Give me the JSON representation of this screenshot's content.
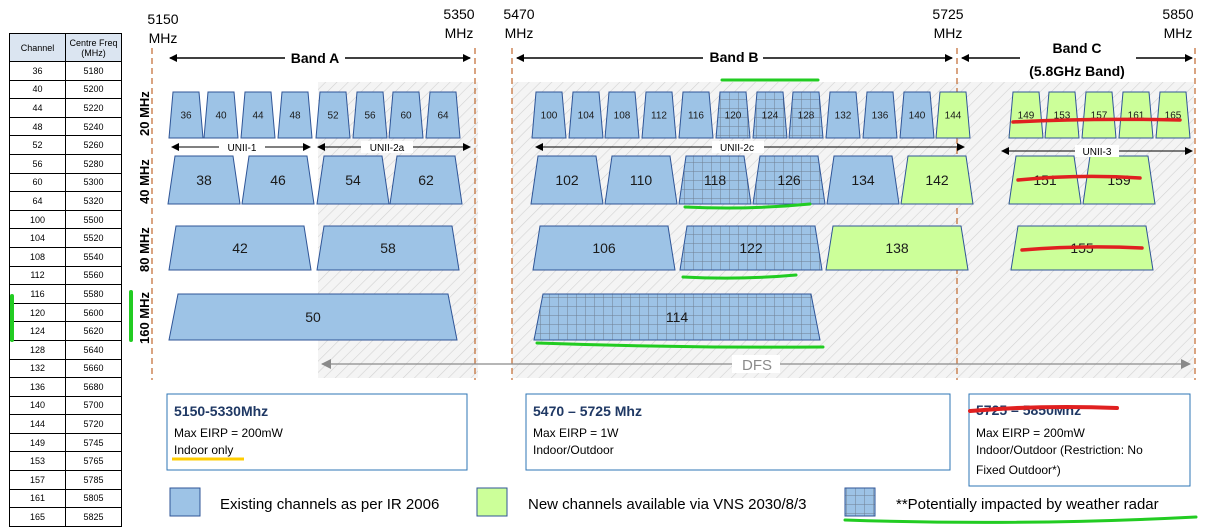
{
  "table": {
    "headers": [
      "Channel",
      "Centre Freq",
      "(MHz)"
    ],
    "rows": [
      [
        "36",
        "5180"
      ],
      [
        "40",
        "5200"
      ],
      [
        "44",
        "5220"
      ],
      [
        "48",
        "5240"
      ],
      [
        "52",
        "5260"
      ],
      [
        "56",
        "5280"
      ],
      [
        "60",
        "5300"
      ],
      [
        "64",
        "5320"
      ],
      [
        "100",
        "5500"
      ],
      [
        "104",
        "5520"
      ],
      [
        "108",
        "5540"
      ],
      [
        "112",
        "5560"
      ],
      [
        "116",
        "5580"
      ],
      [
        "120",
        "5600"
      ],
      [
        "124",
        "5620"
      ],
      [
        "128",
        "5640"
      ],
      [
        "132",
        "5660"
      ],
      [
        "136",
        "5680"
      ],
      [
        "140",
        "5700"
      ],
      [
        "144",
        "5720"
      ],
      [
        "149",
        "5745"
      ],
      [
        "153",
        "5765"
      ],
      [
        "157",
        "5785"
      ],
      [
        "161",
        "5805"
      ],
      [
        "165",
        "5825"
      ]
    ]
  },
  "freqs": [
    {
      "value": "5150",
      "unit": "MHz"
    },
    {
      "value": "5350",
      "unit": "MHz"
    },
    {
      "value": "5470",
      "unit": "MHz"
    },
    {
      "value": "5725",
      "unit": "MHz"
    },
    {
      "value": "5850",
      "unit": "MHz"
    }
  ],
  "bands": {
    "a": "Band A",
    "b": "Band B",
    "c": "Band C",
    "c_sub": "(5.8GHz Band)"
  },
  "rows": {
    "w20": "20 MHz",
    "w40": "40 MHz",
    "w80": "80 MHz",
    "w160": "160 MHz"
  },
  "unii": {
    "u1": "UNII-1",
    "u2a": "UNII-2a",
    "u2c": "UNII-2c",
    "u3": "UNII-3"
  },
  "dfs": "DFS",
  "channels": {
    "w20": [
      "36",
      "40",
      "44",
      "48",
      "52",
      "56",
      "60",
      "64",
      "100",
      "104",
      "108",
      "112",
      "116",
      "120",
      "124",
      "128",
      "132",
      "136",
      "140",
      "144",
      "149",
      "153",
      "157",
      "161",
      "165"
    ],
    "w40": [
      "38",
      "46",
      "54",
      "62",
      "102",
      "110",
      "118",
      "126",
      "134",
      "142",
      "151",
      "159"
    ],
    "w80": [
      "42",
      "58",
      "106",
      "122",
      "138",
      "155"
    ],
    "w160": [
      "50",
      "114"
    ]
  },
  "info": [
    {
      "title": "5150-5330Mhz",
      "line1": "Max EIRP = 200mW",
      "line2": "Indoor only",
      "line3": ""
    },
    {
      "title": "5470 – 5725 Mhz",
      "line1": "Max EIRP = 1W",
      "line2": "Indoor/Outdoor",
      "line3": ""
    },
    {
      "title": "5725 – 5850Mhz",
      "line1": "Max EIRP = 200mW",
      "line2": "Indoor/Outdoor (Restriction: No",
      "line3": "Fixed Outdoor*)"
    }
  ],
  "legend": {
    "existing": "Existing channels as per IR 2006",
    "new": "New channels available via VNS 2030/8/3",
    "radar": "**Potentially impacted by weather radar"
  },
  "colors": {
    "existing": "#9dc3e6",
    "new": "#ccff99",
    "radar": "#9dc3e6",
    "edge": "#2f5597",
    "highlight_green": "#22cc22",
    "strike_red": "#e02020",
    "underline_yellow": "#ffcc00"
  }
}
